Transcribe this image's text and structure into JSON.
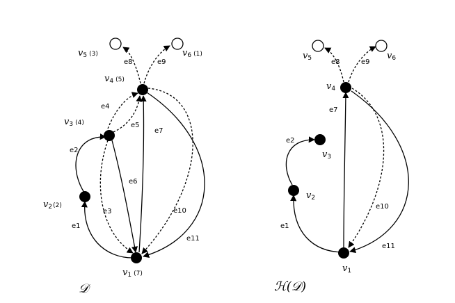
{
  "graphs": [
    {
      "id": "D",
      "title": "𝒟",
      "nodes": [
        {
          "id": "v1",
          "name": "v",
          "sub": "1",
          "extra": "(7)",
          "filled": true
        },
        {
          "id": "v2",
          "name": "v",
          "sub": "2",
          "extra": "(2)",
          "filled": true
        },
        {
          "id": "v3",
          "name": "v",
          "sub": "3",
          "extra": "(4)",
          "filled": true
        },
        {
          "id": "v4",
          "name": "v",
          "sub": "4",
          "extra": "(5)",
          "filled": true
        },
        {
          "id": "v5",
          "name": "v",
          "sub": "5",
          "extra": "(3)",
          "filled": false
        },
        {
          "id": "v6",
          "name": "v",
          "sub": "6",
          "extra": "(1)",
          "filled": false
        }
      ],
      "edges": [
        {
          "id": "e1",
          "label": "e1",
          "style": "solid"
        },
        {
          "id": "e2",
          "label": "e2",
          "style": "solid"
        },
        {
          "id": "e3",
          "label": "e3",
          "style": "dashed"
        },
        {
          "id": "e4",
          "label": "e4",
          "style": "dashed"
        },
        {
          "id": "e5",
          "label": "e5",
          "style": "dashed"
        },
        {
          "id": "e6",
          "label": "e6",
          "style": "solid"
        },
        {
          "id": "e7",
          "label": "e7",
          "style": "solid"
        },
        {
          "id": "e8",
          "label": "e8",
          "style": "dashed"
        },
        {
          "id": "e9",
          "label": "e9",
          "style": "dashed"
        },
        {
          "id": "e10",
          "label": "e10",
          "style": "dashed"
        },
        {
          "id": "e11",
          "label": "e11",
          "style": "solid"
        }
      ]
    },
    {
      "id": "HD",
      "title": "ℋ(𝒟)",
      "nodes": [
        {
          "id": "v1",
          "name": "v",
          "sub": "1",
          "extra": "",
          "filled": true
        },
        {
          "id": "v2",
          "name": "v",
          "sub": "2",
          "extra": "",
          "filled": true
        },
        {
          "id": "v3",
          "name": "v",
          "sub": "3",
          "extra": "",
          "filled": true
        },
        {
          "id": "v4",
          "name": "v",
          "sub": "4",
          "extra": "",
          "filled": true
        },
        {
          "id": "v5",
          "name": "v",
          "sub": "5",
          "extra": "",
          "filled": false
        },
        {
          "id": "v6",
          "name": "v",
          "sub": "6",
          "extra": "",
          "filled": false
        }
      ],
      "edges": [
        {
          "id": "e1",
          "label": "e1",
          "style": "solid"
        },
        {
          "id": "e2",
          "label": "e2",
          "style": "solid"
        },
        {
          "id": "e7",
          "label": "e7",
          "style": "solid"
        },
        {
          "id": "e8",
          "label": "e8",
          "style": "dashed"
        },
        {
          "id": "e9",
          "label": "e9",
          "style": "dashed"
        },
        {
          "id": "e10",
          "label": "e10",
          "style": "dashed"
        },
        {
          "id": "e11",
          "label": "e11",
          "style": "solid"
        }
      ]
    }
  ]
}
